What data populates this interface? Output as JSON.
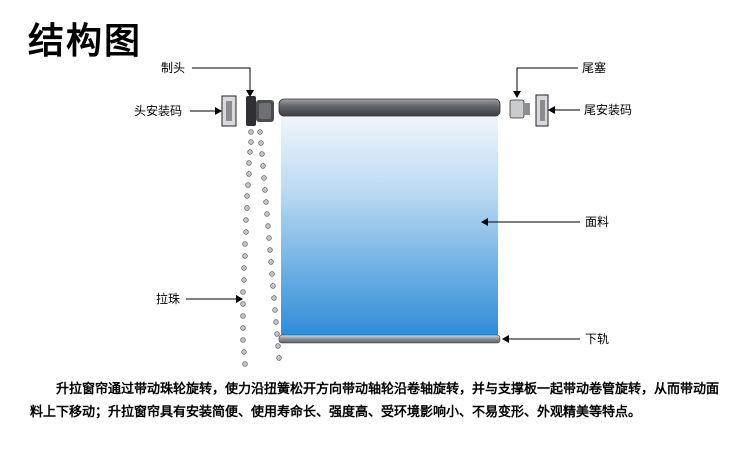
{
  "title": "结构图",
  "labels": {
    "brake_head": "制头",
    "head_mount": "头安装码",
    "tail_plug": "尾塞",
    "tail_mount": "尾安装码",
    "fabric": "面料",
    "bead_chain": "拉珠",
    "bottom_rail": "下轨"
  },
  "description": "升拉窗帘通过带动珠轮旋转，使力沿扭簧松开方向带动轴轮沿卷轴旋转，并与支撑板一起带动卷管旋转，从而带动面料上下移动；升拉窗帘具有安装简便、使用寿命长、强度高、受环境影响小、不易变形、外观精美等特点。",
  "colors": {
    "fabric_top": "#eaf3fa",
    "fabric_bottom": "#2f8fd8",
    "tube": "#6f7276",
    "rail": "#9a9ea3"
  }
}
